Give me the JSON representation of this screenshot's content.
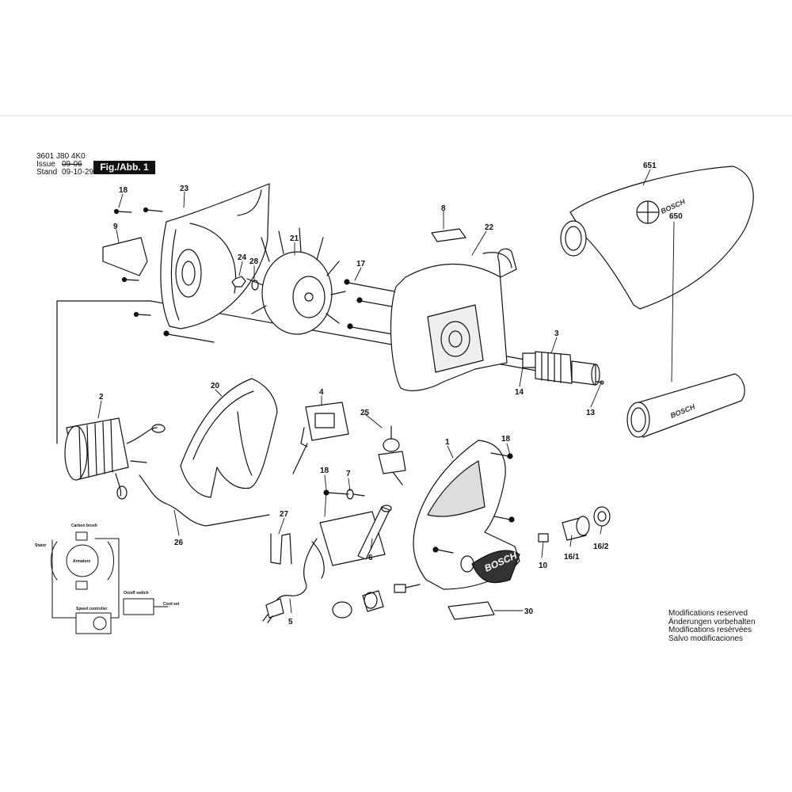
{
  "header": {
    "code": "3601 J80 4K0",
    "issue_label": "Issue",
    "stand_label": "Stand",
    "issue_value": "09-06",
    "stand_value": "09-10-29",
    "fig_label": "Fig./Abb. 1"
  },
  "callouts": [
    "18",
    "23",
    "9",
    "21",
    "24",
    "28",
    "17",
    "8",
    "22",
    "651",
    "3",
    "14",
    "13",
    "650",
    "2",
    "20",
    "4",
    "25",
    "1",
    "18",
    "7",
    "18",
    "27",
    "6",
    "10",
    "16/1",
    "16/2",
    "26",
    "5",
    "30"
  ],
  "schematic": {
    "carbon_brush": "Carbon brush",
    "stator": "Stator",
    "armature": "Armature",
    "switch": "On/off switch",
    "speed_controller": "Speed controller",
    "cord_set": "Cord set"
  },
  "logos": {
    "brand": "BOSCH"
  },
  "modifications": [
    "Modifications reserved",
    "Änderungen vorbehalten",
    "Modifications resèrvées",
    "Salvo modificaciones"
  ]
}
